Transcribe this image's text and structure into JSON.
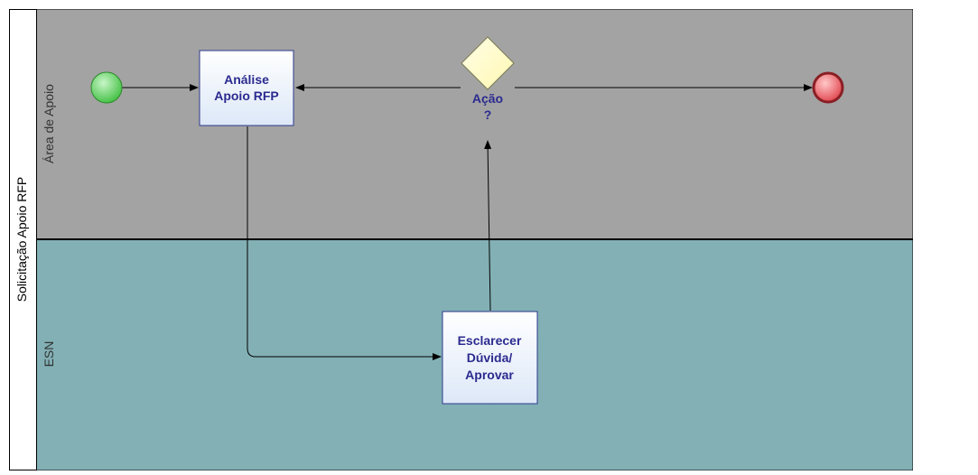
{
  "pool": {
    "label": "Solicitação Apoio RFP"
  },
  "lanes": [
    {
      "label": "Área de Apoio",
      "color": "#a3a3a3"
    },
    {
      "label": "ESN",
      "color": "#82b0b5"
    }
  ],
  "tasks": {
    "analise": {
      "lines": [
        "Análise",
        "Apoio RFP"
      ]
    },
    "esclarecer": {
      "lines": [
        "Esclarecer",
        "Dúvida/",
        "Aprovar"
      ]
    }
  },
  "gateway": {
    "lines": [
      "Ação",
      "?"
    ]
  },
  "events": {
    "start_color": "#5fd35f",
    "end_color": "#e8585f"
  },
  "colors": {
    "task_text": "#2b2b8f",
    "task_border": "#2d3a8c",
    "gateway_fill": "#ffffcc"
  }
}
